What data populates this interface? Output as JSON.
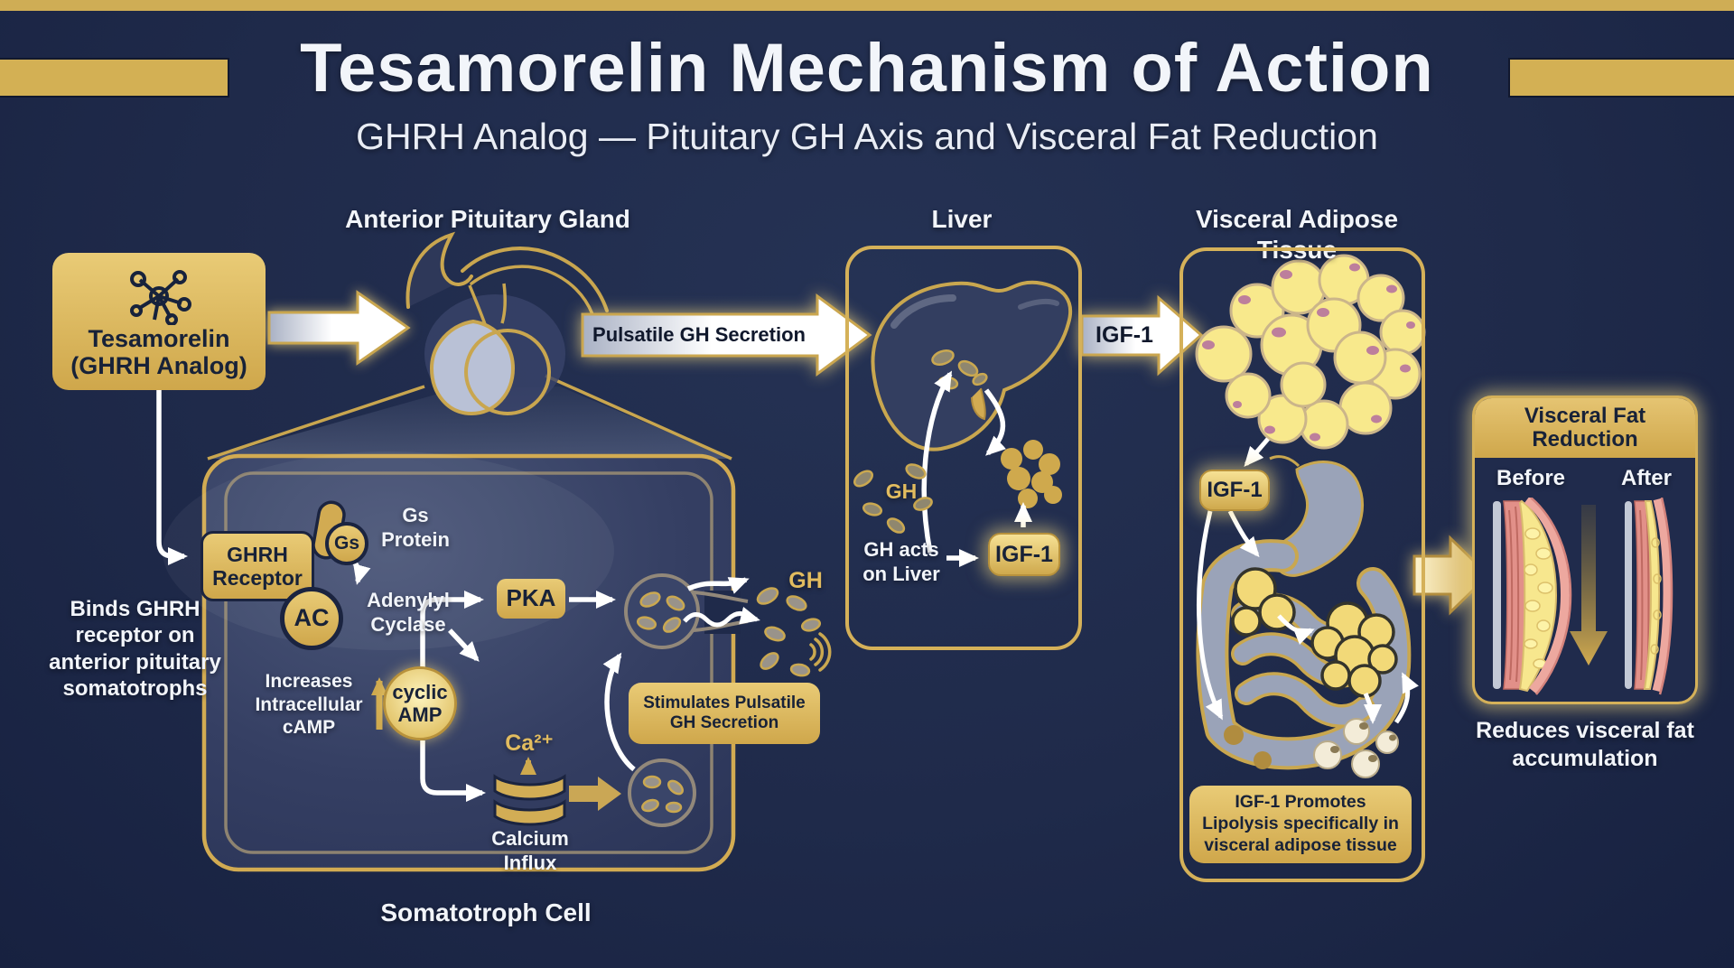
{
  "colors": {
    "background_navy": "#1f2a4a",
    "accent_gold": "#d3b054",
    "panel_border_gold": "#d5b159",
    "text_white": "#f2f5fa",
    "text_navy": "#182238"
  },
  "header": {
    "title": "Tesamorelin Mechanism of Action",
    "subtitle": "GHRH Analog — Pituitary GH Axis and Visceral Fat Reduction"
  },
  "labels": {
    "anterior_pituitary": "Anterior Pituitary Gland",
    "liver": "Liver",
    "visceral_adipose": "Visceral Adipose Tissue",
    "somatotroph_cell": "Somatotroph Cell"
  },
  "tesamorelin": {
    "name": "Tesamorelin",
    "analog": "(GHRH Analog)",
    "note": "Binds GHRH receptor on anterior pituitary somatotrophs"
  },
  "cell": {
    "receptor": "GHRH Receptor",
    "gs": "Gs",
    "gs_protein": "Gs Protein",
    "ac": "AC",
    "adenylyl_cyclase": "Adenylyl Cyclase",
    "camp_note": "Increases Intracellular cAMP",
    "cyclic_amp": "cyclic AMP",
    "pka": "PKA",
    "calcium_ion": "Ca²⁺",
    "calcium_influx": "Calcium Influx",
    "stimulates": "Stimulates Pulsatile GH Secretion",
    "gh": "GH"
  },
  "flow": {
    "pulsatile_gh": "Pulsatile GH Secretion",
    "igf1": "IGF-1"
  },
  "liver_panel": {
    "gh": "GH",
    "gh_acts": "GH acts on Liver",
    "igf1": "IGF-1"
  },
  "adipose_panel": {
    "igf1": "IGF-1",
    "lipolysis": "IGF-1 Promotes Lipolysis specifically in visceral adipose tissue"
  },
  "reduction_panel": {
    "title": "Visceral Fat Reduction",
    "before": "Before",
    "after": "After",
    "caption": "Reduces visceral fat accumulation"
  }
}
